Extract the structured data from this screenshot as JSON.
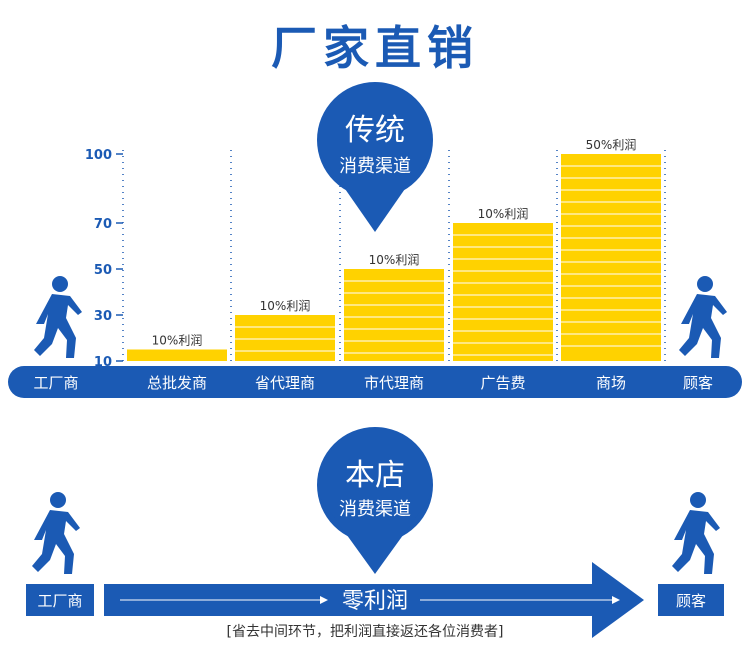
{
  "header": {
    "title": "厂家直销"
  },
  "traditional": {
    "badge_line1": "传统",
    "badge_line2": "消费渠道"
  },
  "chart_data": {
    "type": "bar",
    "categories": [
      "总批发商",
      "省代理商",
      "市代理商",
      "广告费",
      "商场"
    ],
    "values": [
      15,
      30,
      50,
      70,
      100
    ],
    "data_labels": [
      "10%利润",
      "10%利润",
      "10%利润",
      "10%利润",
      "50%利润"
    ],
    "yticks": [
      10,
      30,
      50,
      70,
      100
    ],
    "ylim": [
      10,
      100
    ],
    "start_label": "工厂商",
    "end_label": "顾客",
    "colors": {
      "bar": "#ffd200",
      "bar_stripe": "#ffffff",
      "axis_band": "#1b5ab4"
    }
  },
  "direct": {
    "badge_line1": "本店",
    "badge_line2": "消费渠道",
    "start_label": "工厂商",
    "end_label": "顾客",
    "arrow_label": "零利润",
    "note": "[省去中间环节，把利润直接返还各位消费者]"
  },
  "colors": {
    "brand_blue": "#1b5ab4",
    "yellow": "#ffd200"
  }
}
